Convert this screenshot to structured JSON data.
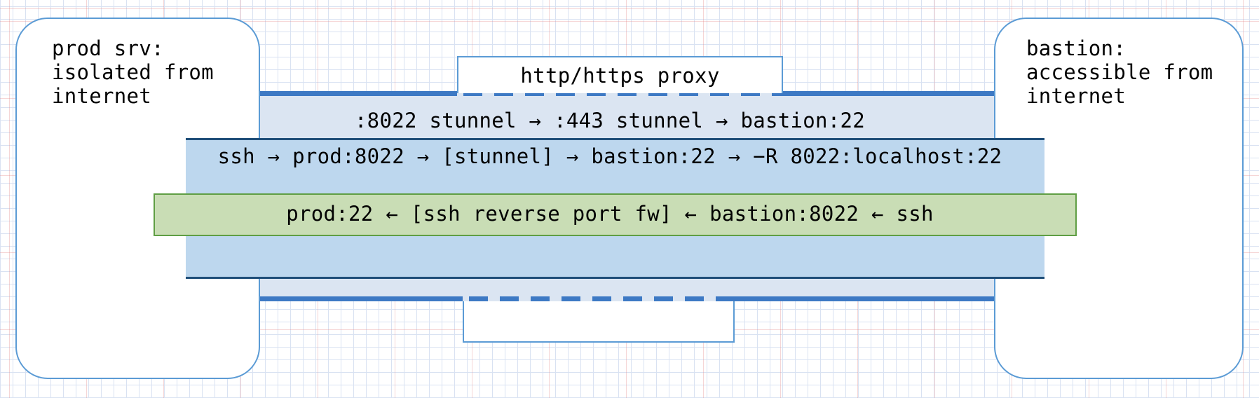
{
  "diagram": {
    "left_node": {
      "label": "prod srv:\nisolated from\ninternet"
    },
    "right_node": {
      "label": "bastion:\naccessible from\ninternet"
    },
    "proxy": {
      "label": "http/https proxy"
    },
    "layers": {
      "stunnel": ":8022 stunnel → :443 stunnel → bastion:22",
      "ssh_via_stunnel": "ssh → prod:8022 → [stunnel] → bastion:22 → −R 8022:localhost:22",
      "reverse_forward": "prod:22 ← [ssh reverse port fw] ← bastion:8022 ← ssh"
    },
    "colors": {
      "node_border": "#5b9bd5",
      "outer_band_fill": "#dbe5f2",
      "outer_band_border": "#3d79c4",
      "ssh_band_fill": "#bdd7ee",
      "ssh_band_border": "#1f4e79",
      "reverse_band_fill": "#c9ddb5",
      "reverse_band_border": "#5f9e44",
      "grid_line": "#d9e2f2"
    }
  }
}
